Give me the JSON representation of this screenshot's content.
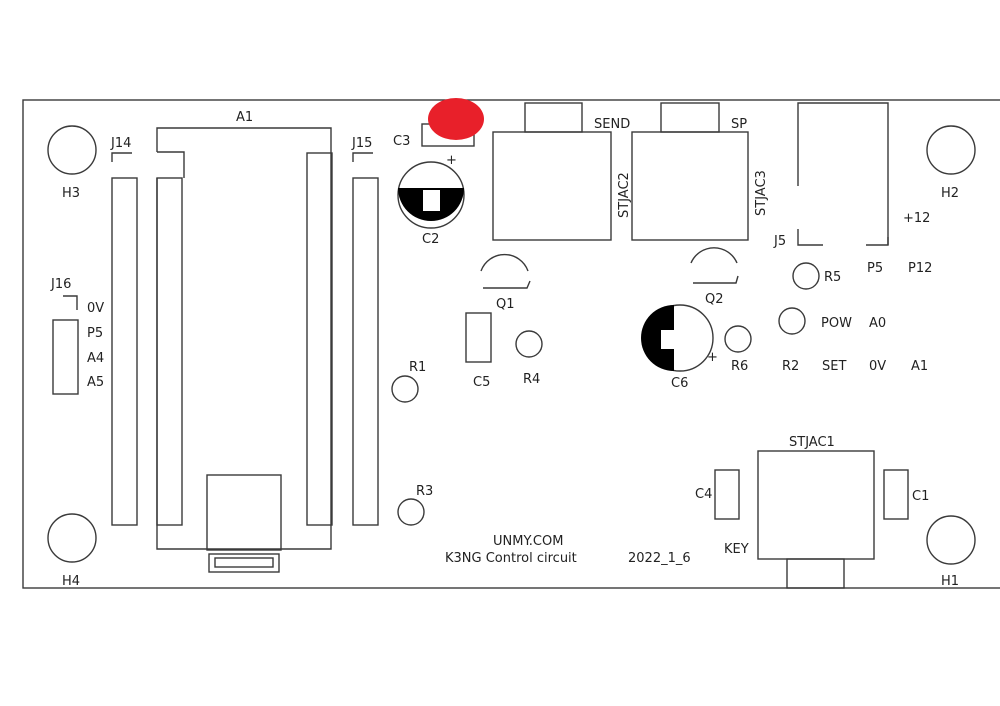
{
  "board": {
    "module_label": "A1",
    "mount_holes": [
      "H1",
      "H2",
      "H3",
      "H4"
    ],
    "headers": {
      "j14": "J14",
      "j15": "J15",
      "j16": "J16",
      "j5": "J5"
    },
    "j16_pins": [
      "0V",
      "P5",
      "A4",
      "A5"
    ],
    "capacitors": {
      "c1": "C1",
      "c2": "C2",
      "c3": "C3",
      "c4": "C4",
      "c5": "C5",
      "c6": "C6"
    },
    "resistors": {
      "r1": "R1",
      "r2": "R2",
      "r3": "R3",
      "r4": "R4",
      "r5": "R5",
      "r6": "R6"
    },
    "transistors": {
      "q1": "Q1",
      "q2": "Q2"
    },
    "jacks": {
      "stjac1": "STJAC1",
      "stjac2": "STJAC2",
      "stjac3": "STJAC3"
    },
    "jack_labels": {
      "send": "SEND",
      "sp": "SP",
      "key": "KEY"
    },
    "j5_labels": {
      "plus12": "+12",
      "p5": "P5",
      "p12": "P12",
      "pow": "POW",
      "a0": "A0",
      "set": "SET",
      "ov": "0V",
      "a1": "A1"
    },
    "plus_mark": "+",
    "footer": {
      "website": "UNMY.COM",
      "title": "K3NG Control circuit",
      "date": "2022_1_6"
    }
  },
  "colors": {
    "outline": "#3a3a3a",
    "marker": "#e8202a",
    "background": "#ffffff"
  }
}
